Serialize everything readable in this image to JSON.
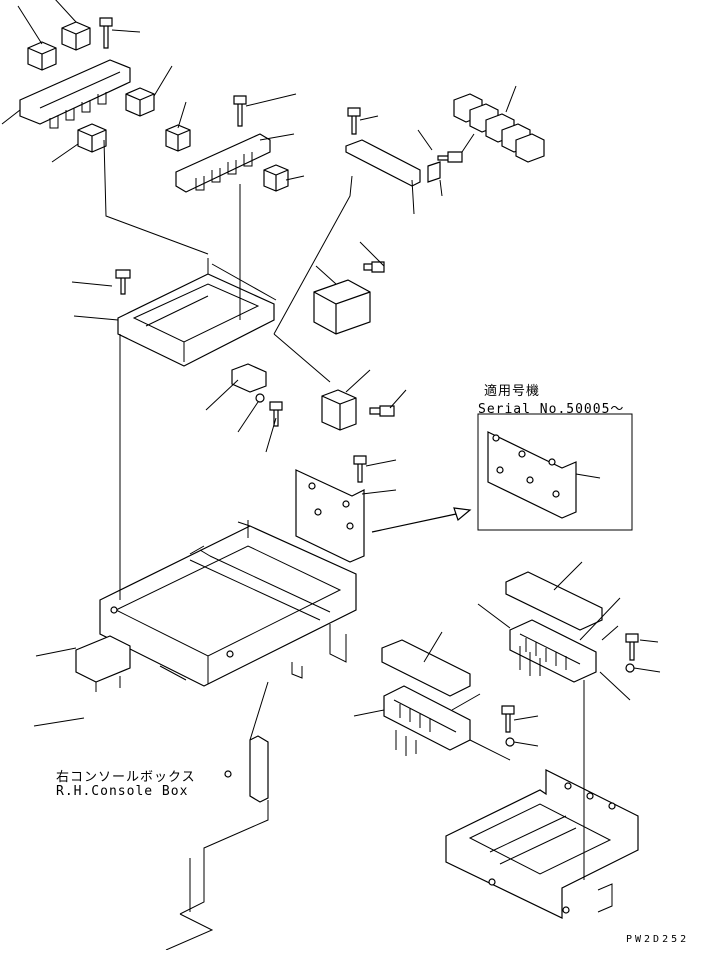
{
  "inset": {
    "line1": "適用号機",
    "line2": "Serial No.50005～"
  },
  "console_label": {
    "jp": "右コンソールボックス",
    "en": "R.H.Console Box"
  },
  "drawing_code": "PW2D252",
  "colors": {
    "ink": "#000000",
    "paper": "#ffffff"
  }
}
